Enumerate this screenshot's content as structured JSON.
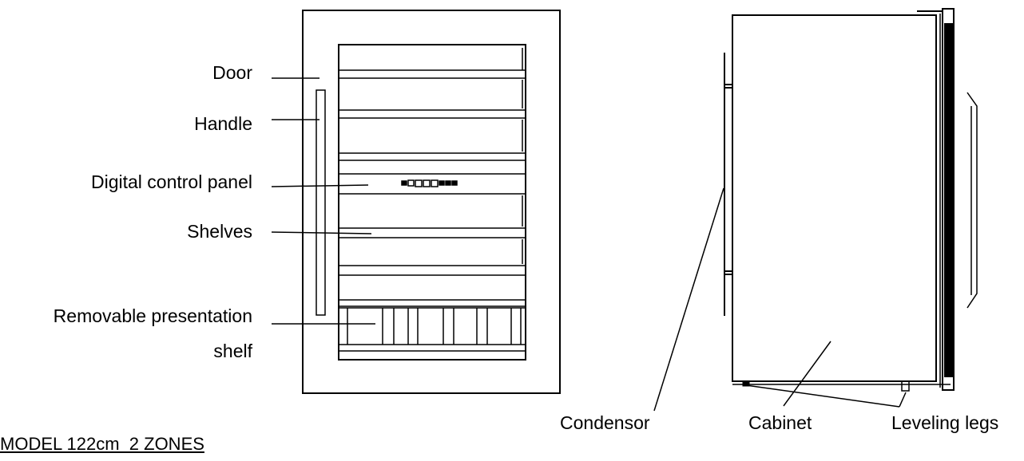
{
  "front_view": {
    "labels": {
      "door": "Door",
      "handle": "Handle",
      "control_panel": "Digital control panel",
      "shelves": "Shelves",
      "presentation_shelf_line1": "Removable presentation",
      "presentation_shelf_line2": "shelf"
    }
  },
  "side_view": {
    "labels": {
      "condensor": "Condensor",
      "cabinet": "Cabinet",
      "leveling_legs": "Leveling legs"
    }
  },
  "caption": "MODEL 122cm  2 ZONES"
}
